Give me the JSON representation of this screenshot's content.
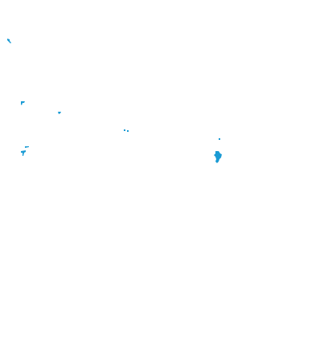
{
  "map": {
    "background_color": "#ffffff",
    "land_color": "#1a9bd4",
    "features": [
      {
        "id": "islet-nw"
      },
      {
        "id": "islet-west-a"
      },
      {
        "id": "islet-west-b"
      },
      {
        "id": "islet-central-a"
      },
      {
        "id": "islet-central-b"
      },
      {
        "id": "islet-southwest-a"
      },
      {
        "id": "islet-southwest-b"
      },
      {
        "id": "islet-east-dot"
      },
      {
        "id": "island-east-main"
      }
    ]
  }
}
